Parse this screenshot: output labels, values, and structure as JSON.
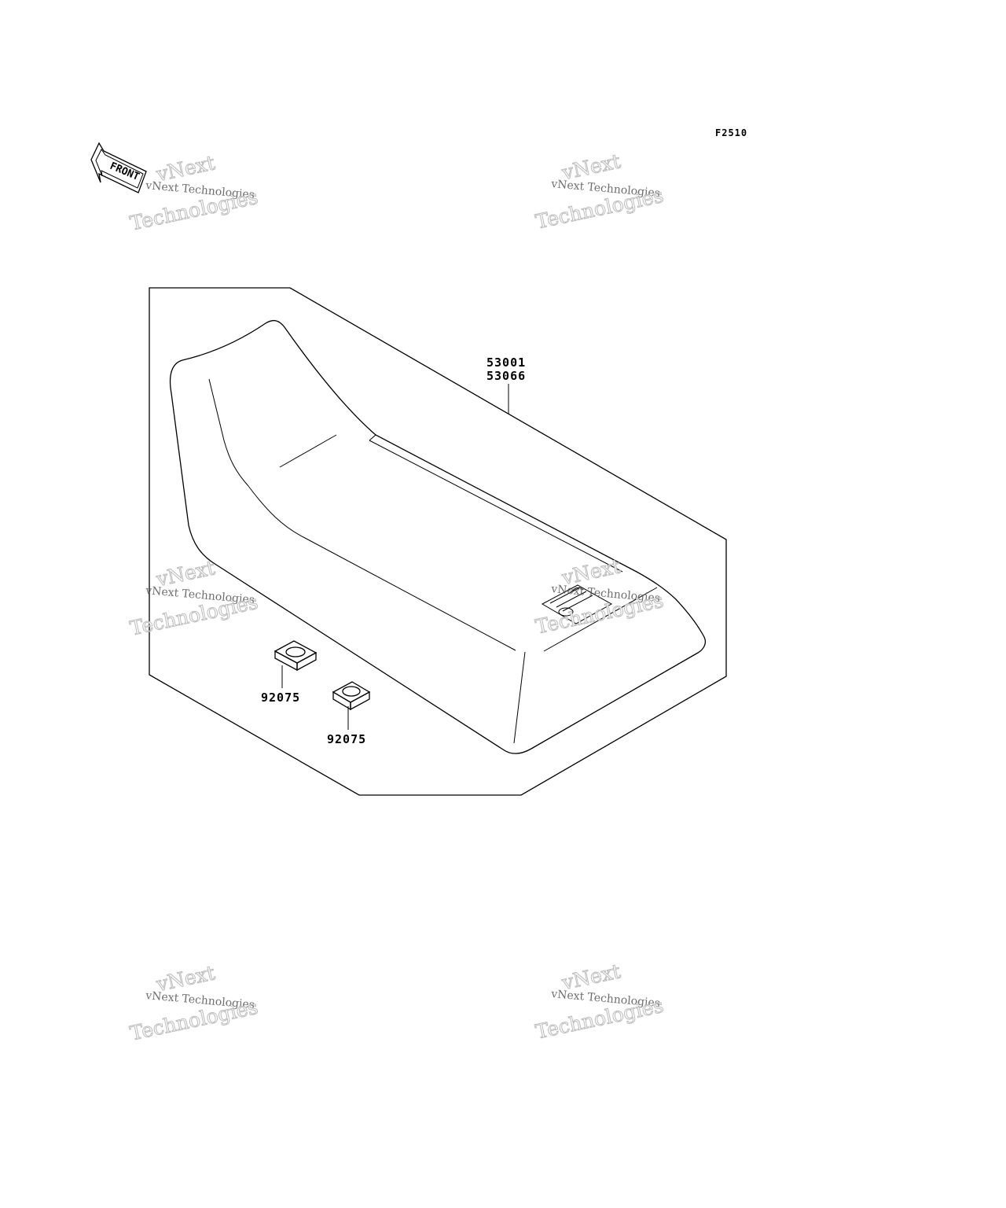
{
  "figure": {
    "code": "F2510",
    "front_arrow_label": "FRONT"
  },
  "parts": [
    {
      "number": "53001",
      "description": ""
    },
    {
      "number": "53066",
      "description": ""
    },
    {
      "number": "92075",
      "description": ""
    },
    {
      "number": "92075",
      "description": ""
    }
  ],
  "watermark": {
    "line1": "vNext",
    "line2": "vNext Technologies",
    "line3": "Technologies"
  },
  "colors": {
    "ink": "#000000",
    "background": "#ffffff",
    "watermark_outline": "#b5b5b5"
  }
}
